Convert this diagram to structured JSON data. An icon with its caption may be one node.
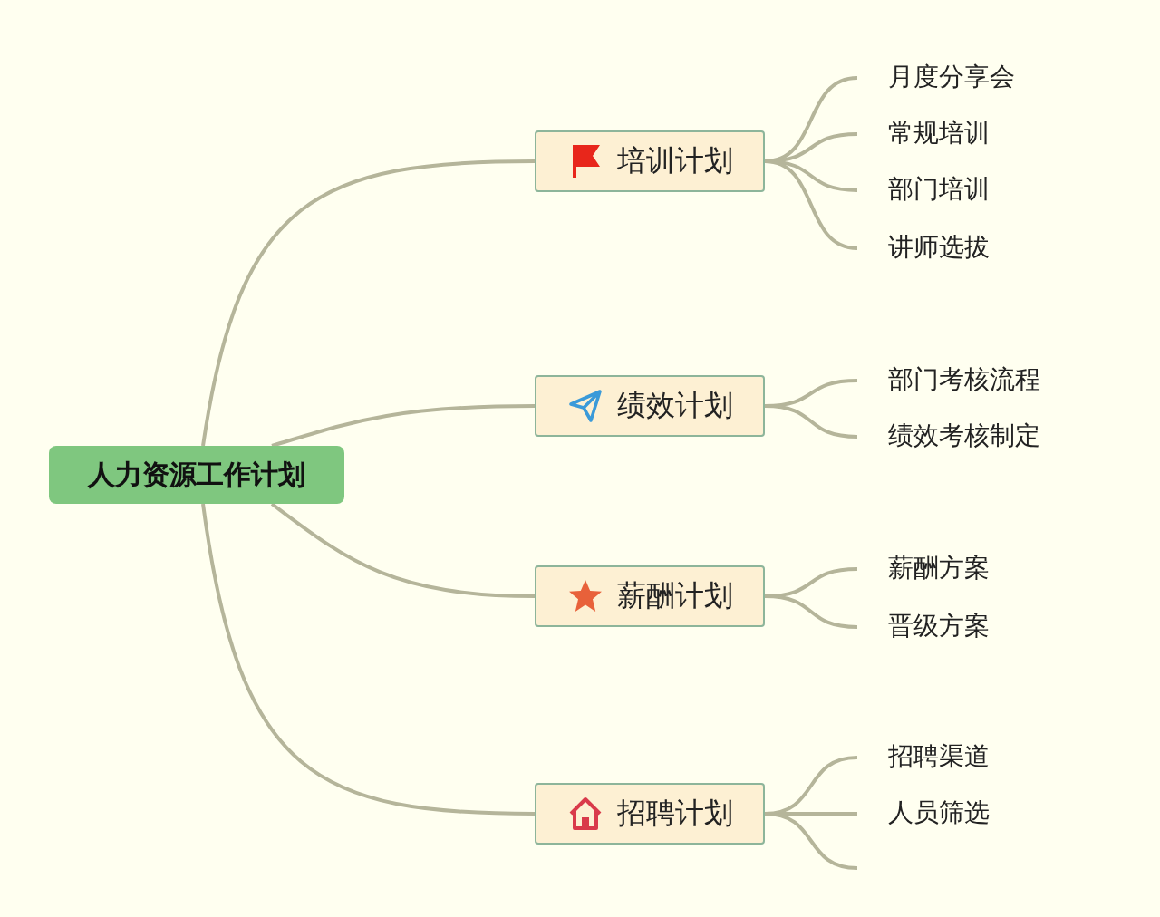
{
  "diagram": {
    "nodes": [
      {
        "text": [
          "人力资源工作计划"
        ]
      },
      {
        "text": [
          "培训计划"
        ]
      },
      {
        "text": [
          "月度分享会"
        ]
      },
      {
        "text": [
          "常规培训"
        ]
      },
      {
        "text": [
          "部门培训"
        ]
      },
      {
        "text": [
          "讲师选拔"
        ]
      },
      {
        "text": [
          "绩效计划"
        ]
      },
      {
        "text": [
          "部门考核流程"
        ]
      },
      {
        "text": [
          "绩效考核制定"
        ]
      },
      {
        "text": [
          "薪酬计划"
        ]
      },
      {
        "text": [
          "薪酬方案"
        ]
      },
      {
        "text": [
          "晋级方案"
        ]
      },
      {
        "text": [
          "招聘计划"
        ]
      },
      {
        "text": [
          "招聘渠道"
        ]
      },
      {
        "text": [
          "人员筛选"
        ]
      }
    ],
    "edges": [
      {
        "from": 0,
        "to": 1,
        "arrow": "none"
      },
      {
        "from": 0,
        "to": 6,
        "arrow": "none"
      },
      {
        "from": 0,
        "to": 9,
        "arrow": "none"
      },
      {
        "from": 0,
        "to": 12,
        "arrow": "none"
      },
      {
        "from": 1,
        "to": 2,
        "arrow": "none"
      },
      {
        "from": 1,
        "to": 3,
        "arrow": "none"
      },
      {
        "from": 1,
        "to": 4,
        "arrow": "none"
      },
      {
        "from": 1,
        "to": 5,
        "arrow": "none"
      },
      {
        "from": 6,
        "to": 7,
        "arrow": "none"
      },
      {
        "from": 6,
        "to": 8,
        "arrow": "none"
      },
      {
        "from": 9,
        "to": 10,
        "arrow": "none"
      },
      {
        "from": 9,
        "to": 11,
        "arrow": "none"
      },
      {
        "from": 12,
        "to": 13,
        "arrow": "none"
      },
      {
        "from": 12,
        "to": 14,
        "arrow": "none"
      },
      {
        "from": 12,
        "to": null,
        "arrow": "none"
      }
    ]
  }
}
